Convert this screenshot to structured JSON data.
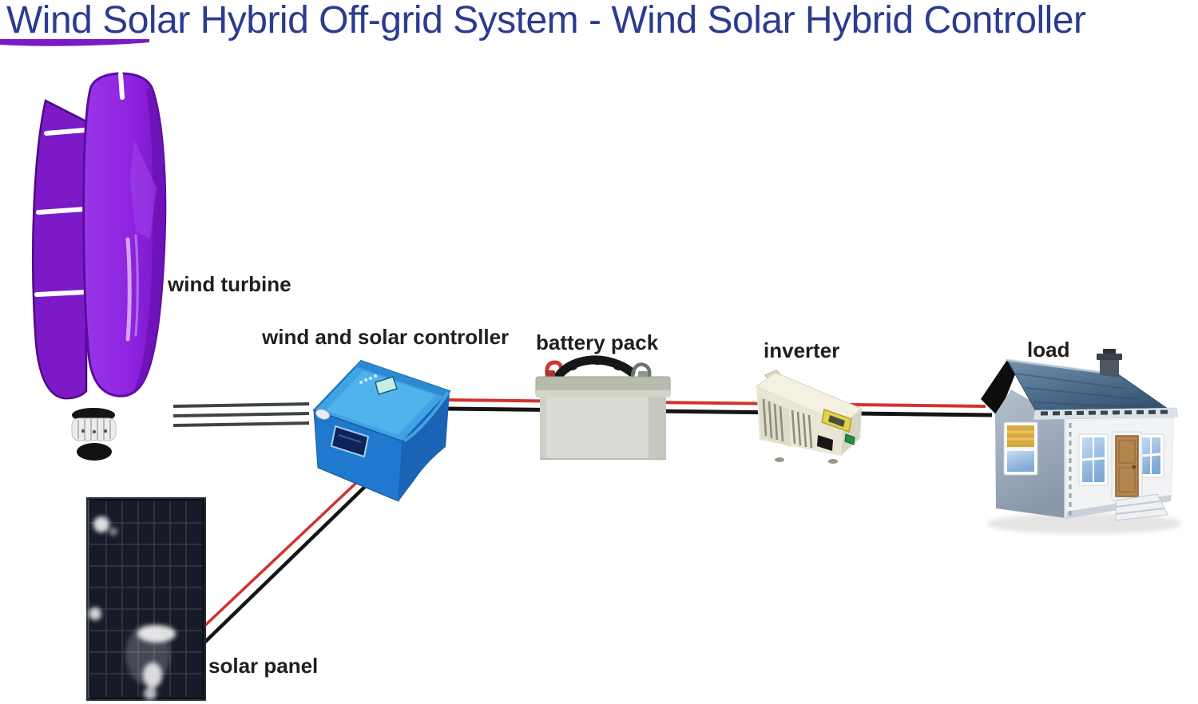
{
  "title": "Wind Solar Hybrid Off-grid System - Wind Solar Hybrid Controller",
  "components": {
    "wind_turbine": {
      "label": "wind turbine"
    },
    "controller": {
      "label": "wind and solar controller"
    },
    "battery": {
      "label": "battery pack"
    },
    "inverter": {
      "label": "inverter"
    },
    "load": {
      "label": "load"
    },
    "solar_panel": {
      "label": "solar panel"
    }
  },
  "colors": {
    "background": "#ffffff",
    "title_text": "#2b3b8e",
    "label_text": "#1f1f1f",
    "wire_red": "#d23330",
    "wire_black": "#151515",
    "wire_gray": "#3e443e",
    "turbine_purple": "#8d23df",
    "turbine_purple_dark": "#7b1ac6",
    "controller_blue": "#3fa3e6",
    "battery_body": "#dadbd4",
    "battery_lid": "#b7bdac",
    "inverter_beige": "#eae6d5",
    "house_roof": "#4c6d8c",
    "house_wall": "#f2f3f5",
    "solar_panel_dark": "#171b28"
  }
}
